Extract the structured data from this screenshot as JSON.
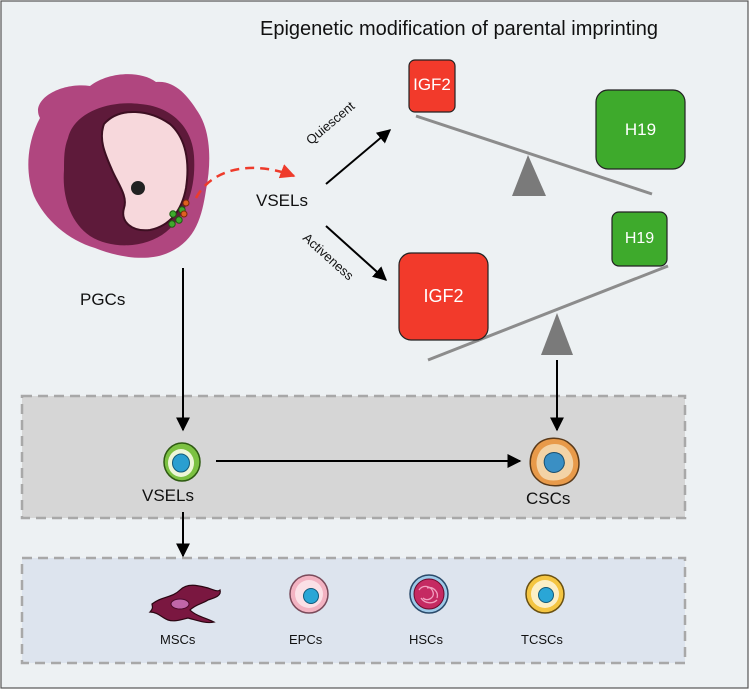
{
  "title": "Epigenetic modification of parental imprinting",
  "labels": {
    "pgcs": "PGCs",
    "vsels_top": "VSELs",
    "quiescent": "Quiescent",
    "activeness": "Activeness",
    "vsels_mid": "VSELs",
    "cscs": "CSCs"
  },
  "balance_top": {
    "left_box": "IGF2",
    "right_box": "H19"
  },
  "balance_bottom": {
    "left_box": "IGF2",
    "right_box": "H19"
  },
  "cell_types": [
    {
      "label": "MSCs"
    },
    {
      "label": "EPCs"
    },
    {
      "label": "HSCs"
    },
    {
      "label": "TCSCs"
    }
  ],
  "colors": {
    "background": "#edf1f3",
    "panel_gray": "#d6d6d6",
    "panel_blue": "#dde4ee",
    "igf2_red": "#f23a2b",
    "h19_green": "#3eaa2c",
    "pgc_magenta": "#b0467f",
    "pgc_dark": "#5e1a3a",
    "dashed_arrow": "#ee3b2b"
  }
}
